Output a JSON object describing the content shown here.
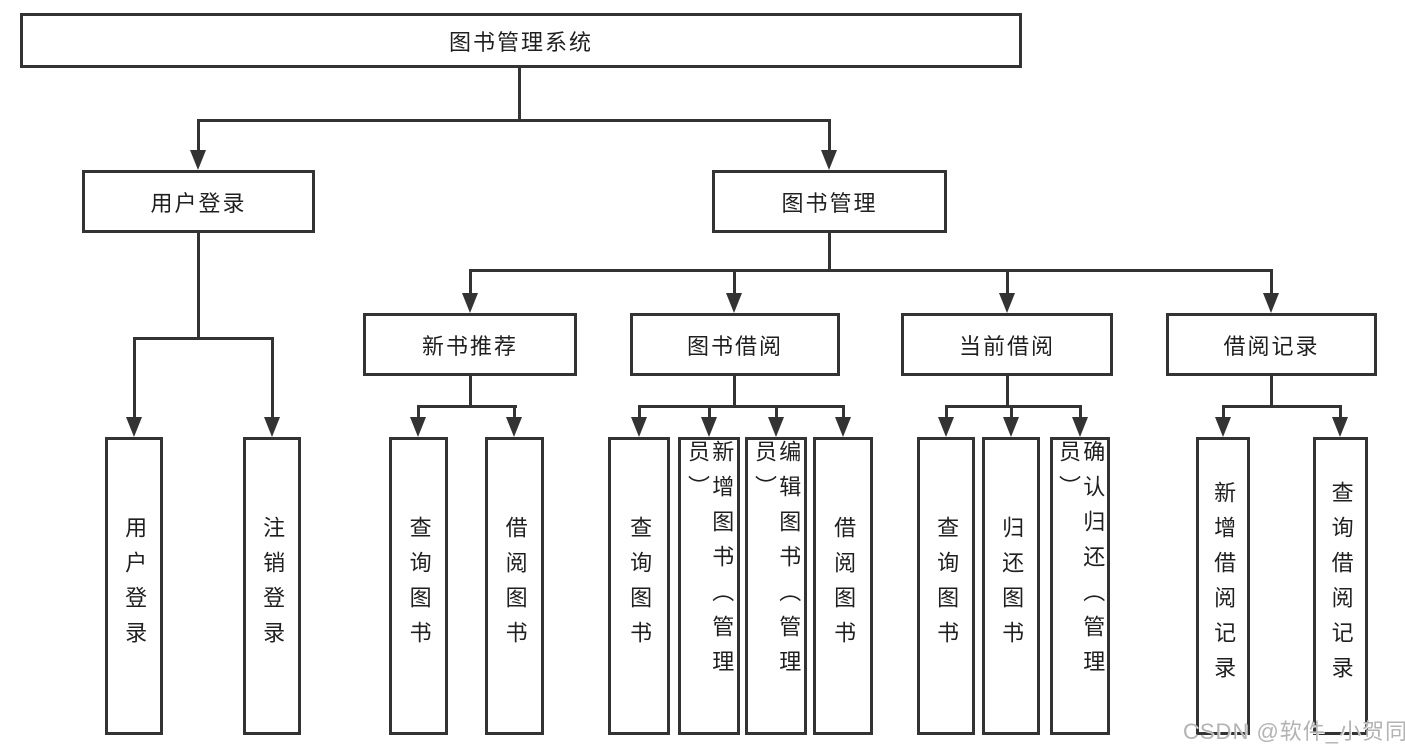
{
  "tree": {
    "root": "图书管理系统",
    "user_login": {
      "label": "用户登录",
      "children": [
        "用户登录",
        "注销登录"
      ]
    },
    "book_management": {
      "label": "图书管理",
      "sections": [
        {
          "label": "新书推荐",
          "children": [
            "查询图书",
            "借阅图书"
          ]
        },
        {
          "label": "图书借阅",
          "children": [
            "查询图书",
            "新增图书（管理员）",
            "编辑图书（管理员）",
            "借阅图书"
          ]
        },
        {
          "label": "当前借阅",
          "children": [
            "查询图书",
            "归还图书",
            "确认归还（管理员）"
          ]
        },
        {
          "label": "借阅记录",
          "children": [
            "新增借阅记录",
            "查询借阅记录"
          ]
        }
      ]
    }
  },
  "watermark": "CSDN @软件_小贺同学",
  "colors": {
    "line": "#333333",
    "text": "#1f1f1f",
    "watermark": "#b3b3b3",
    "background": "#ffffff"
  }
}
